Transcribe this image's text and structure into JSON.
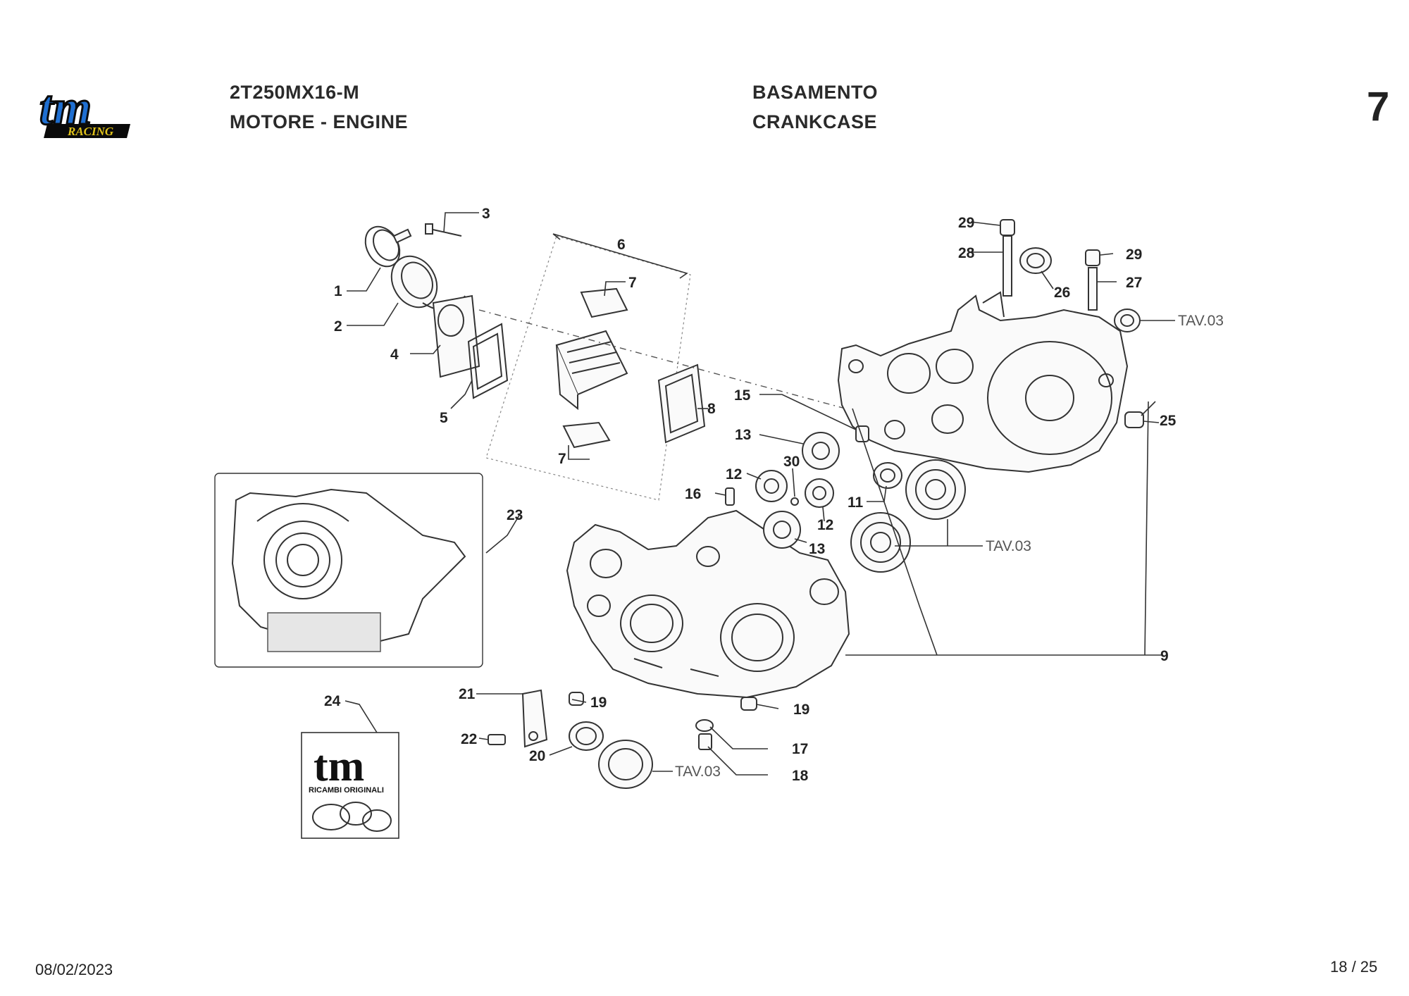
{
  "header": {
    "model": "2T250MX16-M",
    "group": "MOTORE - ENGINE",
    "title_it": "BASAMENTO",
    "title_en": "CRANKCASE",
    "table_number": "7"
  },
  "logo": {
    "brand": "tm",
    "sub": "RACING",
    "colors": {
      "main": "#1f6fd1",
      "outline": "#0a0a0a",
      "sub": "#e0c21a"
    }
  },
  "kit_logo": {
    "brand": "tm",
    "caption": "RICAMBI ORIGINALI"
  },
  "labels": {
    "p1": "1",
    "p2": "2",
    "p3": "3",
    "p4": "4",
    "p5": "5",
    "p6": "6",
    "p7a": "7",
    "p7b": "7",
    "p8": "8",
    "p9": "9",
    "p11": "11",
    "p12a": "12",
    "p12b": "12",
    "p13a": "13",
    "p13b": "13",
    "p15": "15",
    "p16": "16",
    "p17": "17",
    "p18": "18",
    "p19a": "19",
    "p19b": "19",
    "p20": "20",
    "p21": "21",
    "p22": "22",
    "p23": "23",
    "p24": "24",
    "p25": "25",
    "p26": "26",
    "p27": "27",
    "p28": "28",
    "p29a": "29",
    "p29b": "29",
    "p30": "30"
  },
  "refs": {
    "tav1": "TAV.03",
    "tav2": "TAV.03",
    "tav3": "TAV.03"
  },
  "footer": {
    "date": "08/02/2023",
    "page": "18 / 25"
  }
}
